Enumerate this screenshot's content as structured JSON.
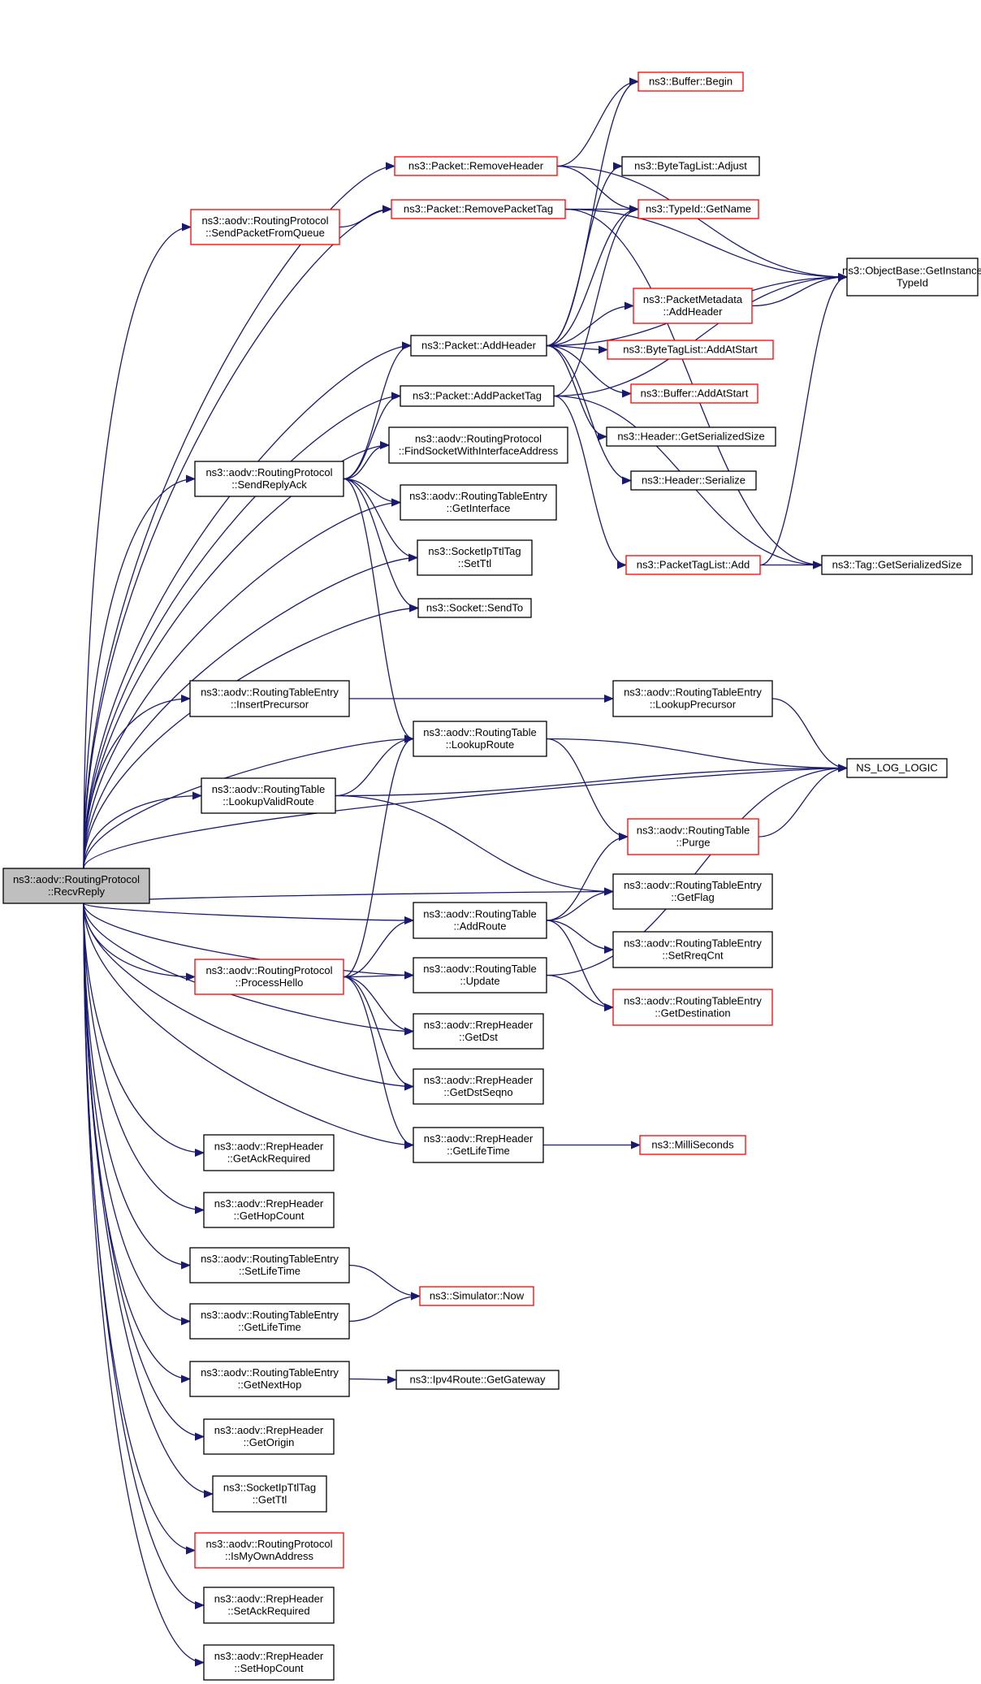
{
  "colors": {
    "edge": "#191970",
    "root_fill": "#bfbfbf",
    "box_border": "#000000",
    "truncated_border": "#ff0000",
    "box_fill": "#ffffff"
  },
  "nodes": [
    {
      "id": "recvreply",
      "lines": [
        "ns3::aodv::RoutingProtocol",
        "::RecvReply"
      ],
      "style": "root"
    },
    {
      "id": "sendpacketfromqueue",
      "lines": [
        "ns3::aodv::RoutingProtocol",
        "::SendPacketFromQueue"
      ],
      "style": "truncated"
    },
    {
      "id": "removeheader",
      "lines": [
        "ns3::Packet::RemoveHeader"
      ],
      "style": "truncated"
    },
    {
      "id": "removepackettag",
      "lines": [
        "ns3::Packet::RemovePacketTag"
      ],
      "style": "truncated"
    },
    {
      "id": "bufferbegin",
      "lines": [
        "ns3::Buffer::Begin"
      ],
      "style": "truncated"
    },
    {
      "id": "bytetaglistadjust",
      "lines": [
        "ns3::ByteTagList::Adjust"
      ],
      "style": "normal"
    },
    {
      "id": "typeidgetname",
      "lines": [
        "ns3::TypeId::GetName"
      ],
      "style": "truncated"
    },
    {
      "id": "objectbasegetinstancetypeid",
      "lines": [
        "ns3::ObjectBase::GetInstance",
        "TypeId"
      ],
      "style": "normal"
    },
    {
      "id": "packetaddheader",
      "lines": [
        "ns3::Packet::AddHeader"
      ],
      "style": "normal"
    },
    {
      "id": "packetmetadataaddheader",
      "lines": [
        "ns3::PacketMetadata",
        "::AddHeader"
      ],
      "style": "truncated"
    },
    {
      "id": "bytetaglistaddatstart",
      "lines": [
        "ns3::ByteTagList::AddAtStart"
      ],
      "style": "truncated"
    },
    {
      "id": "bufferaddatstart",
      "lines": [
        "ns3::Buffer::AddAtStart"
      ],
      "style": "truncated"
    },
    {
      "id": "packetaddpackettag",
      "lines": [
        "ns3::Packet::AddPacketTag"
      ],
      "style": "normal"
    },
    {
      "id": "headergetserializedsize",
      "lines": [
        "ns3::Header::GetSerializedSize"
      ],
      "style": "normal"
    },
    {
      "id": "headerserialize",
      "lines": [
        "ns3::Header::Serialize"
      ],
      "style": "normal"
    },
    {
      "id": "findsocket",
      "lines": [
        "ns3::aodv::RoutingProtocol",
        "::FindSocketWithInterfaceAddress"
      ],
      "style": "normal"
    },
    {
      "id": "sendreplyack",
      "lines": [
        "ns3::aodv::RoutingProtocol",
        "::SendReplyAck"
      ],
      "style": "normal"
    },
    {
      "id": "rtegetinterface",
      "lines": [
        "ns3::aodv::RoutingTableEntry",
        "::GetInterface"
      ],
      "style": "normal"
    },
    {
      "id": "sockettagsetttl",
      "lines": [
        "ns3::SocketIpTtlTag",
        "::SetTtl"
      ],
      "style": "normal"
    },
    {
      "id": "packettaglistadd",
      "lines": [
        "ns3::PacketTagList::Add"
      ],
      "style": "truncated"
    },
    {
      "id": "taggetserializedsize",
      "lines": [
        "ns3::Tag::GetSerializedSize"
      ],
      "style": "normal"
    },
    {
      "id": "socketsendto",
      "lines": [
        "ns3::Socket::SendTo"
      ],
      "style": "normal"
    },
    {
      "id": "rteinsertprecursor",
      "lines": [
        "ns3::aodv::RoutingTableEntry",
        "::InsertPrecursor"
      ],
      "style": "normal"
    },
    {
      "id": "rtelookupprecursor",
      "lines": [
        "ns3::aodv::RoutingTableEntry",
        "::LookupPrecursor"
      ],
      "style": "normal"
    },
    {
      "id": "rtlookuproute",
      "lines": [
        "ns3::aodv::RoutingTable",
        "::LookupRoute"
      ],
      "style": "normal"
    },
    {
      "id": "nsloglogic",
      "lines": [
        "NS_LOG_LOGIC"
      ],
      "style": "normal"
    },
    {
      "id": "rtlookupvalidroute",
      "lines": [
        "ns3::aodv::RoutingTable",
        "::LookupValidRoute"
      ],
      "style": "normal"
    },
    {
      "id": "rtpurge",
      "lines": [
        "ns3::aodv::RoutingTable",
        "::Purge"
      ],
      "style": "truncated"
    },
    {
      "id": "rtegetflag",
      "lines": [
        "ns3::aodv::RoutingTableEntry",
        "::GetFlag"
      ],
      "style": "normal"
    },
    {
      "id": "rtaddroute",
      "lines": [
        "ns3::aodv::RoutingTable",
        "::AddRoute"
      ],
      "style": "normal"
    },
    {
      "id": "rtesetrreqcnt",
      "lines": [
        "ns3::aodv::RoutingTableEntry",
        "::SetRreqCnt"
      ],
      "style": "normal"
    },
    {
      "id": "processhello",
      "lines": [
        "ns3::aodv::RoutingProtocol",
        "::ProcessHello"
      ],
      "style": "truncated"
    },
    {
      "id": "rtupdate",
      "lines": [
        "ns3::aodv::RoutingTable",
        "::Update"
      ],
      "style": "normal"
    },
    {
      "id": "rtegetdestination",
      "lines": [
        "ns3::aodv::RoutingTableEntry",
        "::GetDestination"
      ],
      "style": "truncated"
    },
    {
      "id": "rrepgetdst",
      "lines": [
        "ns3::aodv::RrepHeader",
        "::GetDst"
      ],
      "style": "normal"
    },
    {
      "id": "rrepgetdstseqno",
      "lines": [
        "ns3::aodv::RrepHeader",
        "::GetDstSeqno"
      ],
      "style": "normal"
    },
    {
      "id": "rrepgetlifetime",
      "lines": [
        "ns3::aodv::RrepHeader",
        "::GetLifeTime"
      ],
      "style": "normal"
    },
    {
      "id": "milliseconds",
      "lines": [
        "ns3::MilliSeconds"
      ],
      "style": "truncated"
    },
    {
      "id": "rrepgetackrequired",
      "lines": [
        "ns3::aodv::RrepHeader",
        "::GetAckRequired"
      ],
      "style": "normal"
    },
    {
      "id": "rrepgethopcount",
      "lines": [
        "ns3::aodv::RrepHeader",
        "::GetHopCount"
      ],
      "style": "normal"
    },
    {
      "id": "rtesetlifetime",
      "lines": [
        "ns3::aodv::RoutingTableEntry",
        "::SetLifeTime"
      ],
      "style": "normal"
    },
    {
      "id": "simulatornow",
      "lines": [
        "ns3::Simulator::Now"
      ],
      "style": "truncated"
    },
    {
      "id": "rtegetlifetime",
      "lines": [
        "ns3::aodv::RoutingTableEntry",
        "::GetLifeTime"
      ],
      "style": "normal"
    },
    {
      "id": "rtegetnexthop",
      "lines": [
        "ns3::aodv::RoutingTableEntry",
        "::GetNextHop"
      ],
      "style": "normal"
    },
    {
      "id": "ipv4routegetgateway",
      "lines": [
        "ns3::Ipv4Route::GetGateway"
      ],
      "style": "normal"
    },
    {
      "id": "rrepgetorigin",
      "lines": [
        "ns3::aodv::RrepHeader",
        "::GetOrigin"
      ],
      "style": "normal"
    },
    {
      "id": "sockettaggetttl",
      "lines": [
        "ns3::SocketIpTtlTag",
        "::GetTtl"
      ],
      "style": "normal"
    },
    {
      "id": "ismyownaddress",
      "lines": [
        "ns3::aodv::RoutingProtocol",
        "::IsMyOwnAddress"
      ],
      "style": "truncated"
    },
    {
      "id": "rrepsetackrequired",
      "lines": [
        "ns3::aodv::RrepHeader",
        "::SetAckRequired"
      ],
      "style": "normal"
    },
    {
      "id": "rrepsethopcount",
      "lines": [
        "ns3::aodv::RrepHeader",
        "::SetHopCount"
      ],
      "style": "normal"
    }
  ],
  "edges": [
    [
      "recvreply",
      "sendpacketfromqueue"
    ],
    [
      "recvreply",
      "removeheader"
    ],
    [
      "recvreply",
      "removepackettag"
    ],
    [
      "recvreply",
      "packetaddheader"
    ],
    [
      "recvreply",
      "packetaddpackettag"
    ],
    [
      "recvreply",
      "findsocket"
    ],
    [
      "recvreply",
      "sendreplyack"
    ],
    [
      "recvreply",
      "rtegetinterface"
    ],
    [
      "recvreply",
      "sockettagsetttl"
    ],
    [
      "recvreply",
      "socketsendto"
    ],
    [
      "recvreply",
      "nsloglogic"
    ],
    [
      "recvreply",
      "rteinsertprecursor"
    ],
    [
      "recvreply",
      "rtlookuproute"
    ],
    [
      "recvreply",
      "rtlookupvalidroute"
    ],
    [
      "recvreply",
      "rtegetflag"
    ],
    [
      "recvreply",
      "rtaddroute"
    ],
    [
      "recvreply",
      "processhello"
    ],
    [
      "recvreply",
      "rtupdate"
    ],
    [
      "recvreply",
      "rrepgetdst"
    ],
    [
      "recvreply",
      "rrepgetdstseqno"
    ],
    [
      "recvreply",
      "rrepgetlifetime"
    ],
    [
      "recvreply",
      "rrepgetackrequired"
    ],
    [
      "recvreply",
      "rrepgethopcount"
    ],
    [
      "recvreply",
      "rtesetlifetime"
    ],
    [
      "recvreply",
      "rtegetlifetime"
    ],
    [
      "recvreply",
      "rtegetnexthop"
    ],
    [
      "recvreply",
      "rrepgetorigin"
    ],
    [
      "recvreply",
      "sockettaggetttl"
    ],
    [
      "recvreply",
      "ismyownaddress"
    ],
    [
      "recvreply",
      "rrepsetackrequired"
    ],
    [
      "recvreply",
      "rrepsethopcount"
    ],
    [
      "sendpacketfromqueue",
      "removepackettag"
    ],
    [
      "removeheader",
      "bufferbegin"
    ],
    [
      "removeheader",
      "typeidgetname"
    ],
    [
      "removeheader",
      "objectbasegetinstancetypeid"
    ],
    [
      "removepackettag",
      "typeidgetname"
    ],
    [
      "removepackettag",
      "objectbasegetinstancetypeid"
    ],
    [
      "removepackettag",
      "taggetserializedsize"
    ],
    [
      "packetaddheader",
      "bufferbegin"
    ],
    [
      "packetaddheader",
      "bytetaglistadjust"
    ],
    [
      "packetaddheader",
      "typeidgetname"
    ],
    [
      "packetaddheader",
      "objectbasegetinstancetypeid"
    ],
    [
      "packetaddheader",
      "packetmetadataaddheader"
    ],
    [
      "packetaddheader",
      "bytetaglistaddatstart"
    ],
    [
      "packetaddheader",
      "bufferaddatstart"
    ],
    [
      "packetaddheader",
      "headergetserializedsize"
    ],
    [
      "packetaddheader",
      "headerserialize"
    ],
    [
      "packetmetadataaddheader",
      "objectbasegetinstancetypeid"
    ],
    [
      "packetaddpackettag",
      "typeidgetname"
    ],
    [
      "packetaddpackettag",
      "objectbasegetinstancetypeid"
    ],
    [
      "packetaddpackettag",
      "packettaglistadd"
    ],
    [
      "packetaddpackettag",
      "taggetserializedsize"
    ],
    [
      "packettaglistadd",
      "taggetserializedsize"
    ],
    [
      "packettaglistadd",
      "objectbasegetinstancetypeid"
    ],
    [
      "sendreplyack",
      "packetaddheader"
    ],
    [
      "sendreplyack",
      "packetaddpackettag"
    ],
    [
      "sendreplyack",
      "findsocket"
    ],
    [
      "sendreplyack",
      "rtegetinterface"
    ],
    [
      "sendreplyack",
      "sockettagsetttl"
    ],
    [
      "sendreplyack",
      "socketsendto"
    ],
    [
      "sendreplyack",
      "rtlookuproute"
    ],
    [
      "rteinsertprecursor",
      "rtelookupprecursor"
    ],
    [
      "rtelookupprecursor",
      "nsloglogic"
    ],
    [
      "rtlookuproute",
      "nsloglogic"
    ],
    [
      "rtlookuproute",
      "rtpurge"
    ],
    [
      "rtlookupvalidroute",
      "rtlookuproute"
    ],
    [
      "rtlookupvalidroute",
      "nsloglogic"
    ],
    [
      "rtlookupvalidroute",
      "rtegetflag"
    ],
    [
      "rtpurge",
      "nsloglogic"
    ],
    [
      "rtaddroute",
      "rtpurge"
    ],
    [
      "rtaddroute",
      "rtegetflag"
    ],
    [
      "rtaddroute",
      "rtesetrreqcnt"
    ],
    [
      "rtaddroute",
      "rtegetdestination"
    ],
    [
      "processhello",
      "rtaddroute"
    ],
    [
      "processhello",
      "rtupdate"
    ],
    [
      "processhello",
      "rtlookuproute"
    ],
    [
      "processhello",
      "rrepgetdst"
    ],
    [
      "processhello",
      "rrepgetdstseqno"
    ],
    [
      "processhello",
      "rrepgetlifetime"
    ],
    [
      "rtupdate",
      "rtegetdestination"
    ],
    [
      "rtupdate",
      "nsloglogic"
    ],
    [
      "rrepgetlifetime",
      "milliseconds"
    ],
    [
      "rtesetlifetime",
      "simulatornow"
    ],
    [
      "rtegetlifetime",
      "simulatornow"
    ],
    [
      "rtegetnexthop",
      "ipv4routegetgateway"
    ]
  ]
}
